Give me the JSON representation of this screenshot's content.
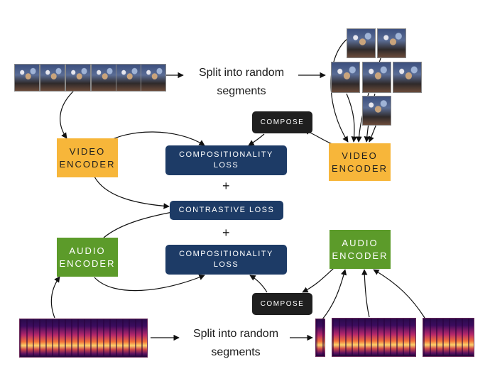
{
  "top": {
    "split_caption_line1": "Split into random",
    "split_caption_line2": "segments"
  },
  "bottom": {
    "split_caption_line1": "Split into random",
    "split_caption_line2": "segments"
  },
  "video_encoder_left": {
    "line1": "VIDEO",
    "line2": "ENCODER"
  },
  "video_encoder_right": {
    "line1": "VIDEO",
    "line2": "ENCODER"
  },
  "audio_encoder_left": {
    "line1": "AUDIO",
    "line2": "ENCODER"
  },
  "audio_encoder_right": {
    "line1": "AUDIO",
    "line2": "ENCODER"
  },
  "compose_top": {
    "label": "COMPOSE"
  },
  "compose_bottom": {
    "label": "COMPOSE"
  },
  "compositionality_loss_top": {
    "line1": "COMPOSITIONALITY",
    "line2": "LOSS"
  },
  "contrastive_loss": {
    "label": "CONTRASTIVE LOSS"
  },
  "compositionality_loss_bottom": {
    "line1": "COMPOSITIONALITY",
    "line2": "LOSS"
  },
  "operators": {
    "plus_top": "+",
    "plus_bottom": "+"
  },
  "colors": {
    "video_encoder": "#f7b63a",
    "audio_encoder": "#5c9b2a",
    "loss_box": "#1d3b66",
    "compose_box": "#1f1f1f"
  }
}
